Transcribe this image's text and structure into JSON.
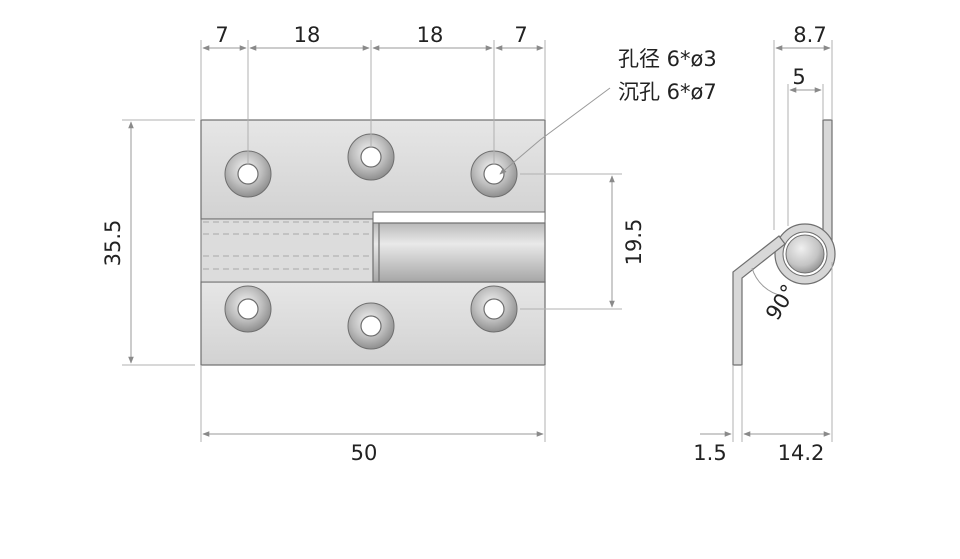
{
  "front_view": {
    "dims": {
      "top_segments": [
        "7",
        "18",
        "18",
        "7"
      ],
      "width": "50",
      "height": "35.5",
      "pin_height": "19.5"
    },
    "hole_note": {
      "line1": "孔径 6*ø3",
      "line2": "沉孔 6*ø7"
    }
  },
  "side_view": {
    "dims": {
      "top_outer": "8.7",
      "top_inner": "5",
      "thickness": "1.5",
      "depth": "14.2",
      "angle": "90°"
    }
  },
  "colors": {
    "plate_light": "#e4e4e4",
    "plate_dark": "#c9c9c9",
    "dimension_line": "#9a9a9a",
    "text": "#222222"
  }
}
